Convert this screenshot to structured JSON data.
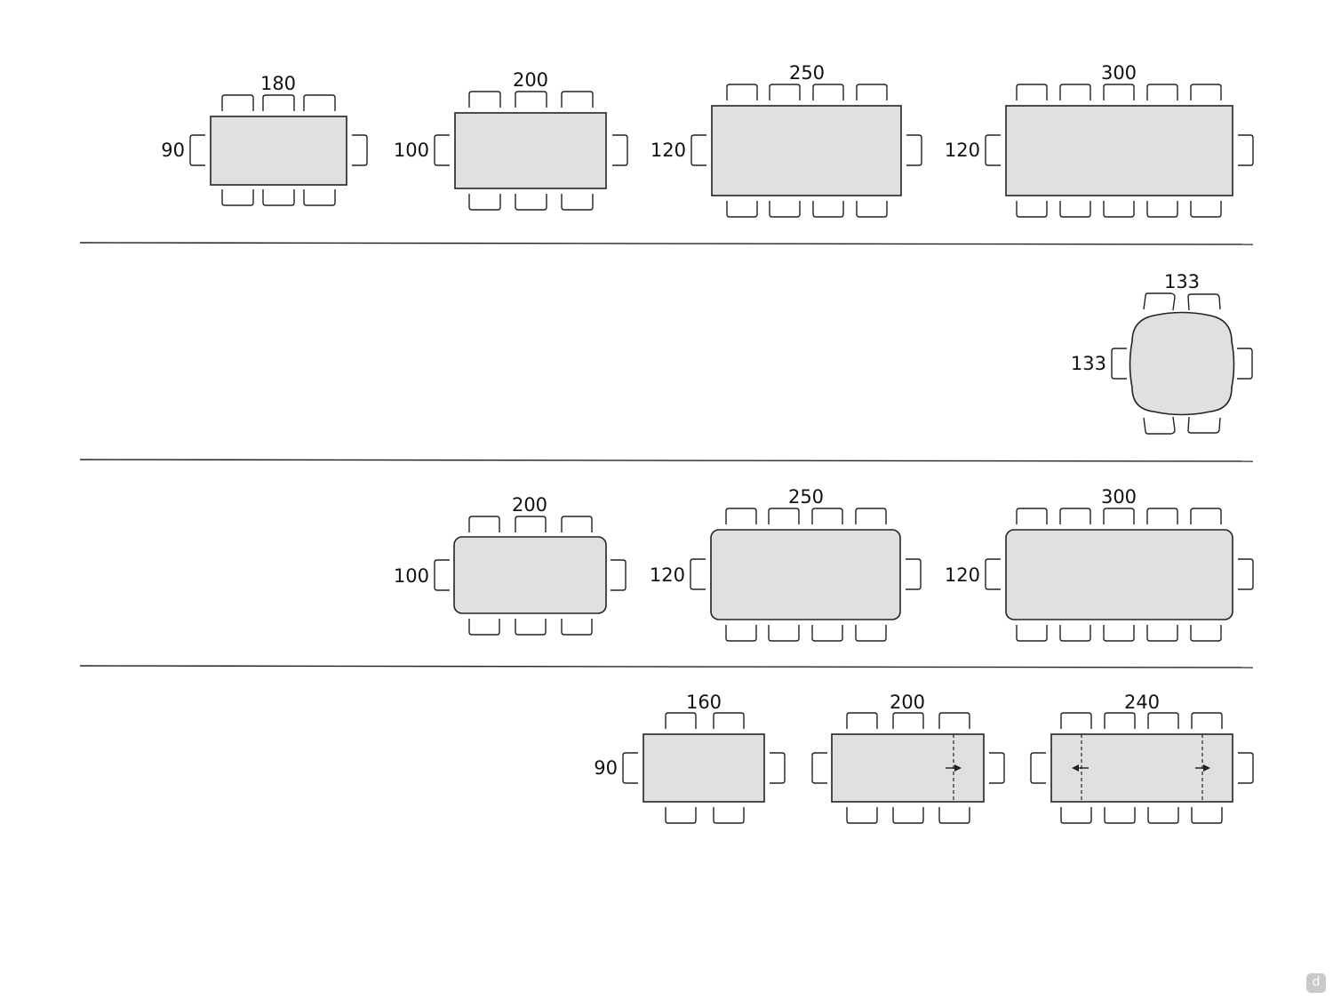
{
  "row1": {
    "t1": {
      "length": "180",
      "width": "90"
    },
    "t2": {
      "length": "200",
      "width": "100"
    },
    "t3": {
      "length": "250",
      "width": "120"
    },
    "t4": {
      "length": "300",
      "width": "120"
    }
  },
  "row2": {
    "t1": {
      "length": "133",
      "width": "133"
    }
  },
  "row3": {
    "t1": {
      "length": "200",
      "width": "100"
    },
    "t2": {
      "length": "250",
      "width": "120"
    },
    "t3": {
      "length": "300",
      "width": "120"
    }
  },
  "row4": {
    "t1": {
      "length": "160",
      "width": "90"
    },
    "t2": {
      "length": "200"
    },
    "t3": {
      "length": "240"
    }
  },
  "badge": {
    "icon": "d-logo-icon",
    "text": "d"
  }
}
